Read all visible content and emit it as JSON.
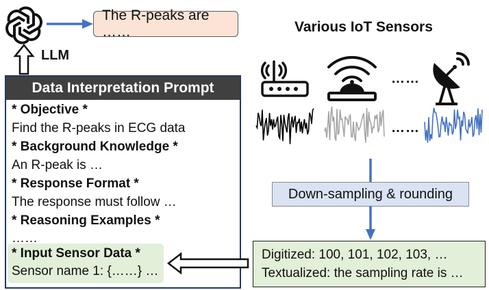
{
  "llm": {
    "label": "LLM",
    "response": "The R-peaks are ……"
  },
  "prompt": {
    "title": "Data Interpretation Prompt",
    "lines": [
      {
        "text": "* Objective *",
        "bold": true
      },
      {
        "text": "Find the R-peaks in ECG data",
        "bold": false
      },
      {
        "text": "* Background Knowledge *",
        "bold": true
      },
      {
        "text": "An R-peak is …",
        "bold": false
      },
      {
        "text": "* Response Format *",
        "bold": true
      },
      {
        "text": "The response must follow …",
        "bold": false
      },
      {
        "text": "* Reasoning Examples *",
        "bold": true
      },
      {
        "text": "……",
        "bold": false
      },
      {
        "text": "* Input Sensor Data *",
        "bold": true
      },
      {
        "text": "Sensor name 1: {……} …",
        "bold": false
      }
    ]
  },
  "sensors": {
    "title": "Various IoT Sensors",
    "ellipsis_top": "……",
    "ellipsis_bottom": "……"
  },
  "processing": {
    "step_label": "Down-sampling & rounding"
  },
  "output": {
    "digitized": "Digitized: 100, 101, 102, 103, …",
    "textualized": "Textualized: the sampling rate is …"
  },
  "colors": {
    "arrow_blue": "#4472c4",
    "signal_black": "#000000",
    "signal_gray": "#a6a6a6",
    "signal_blue": "#4472c4",
    "response_fill": "#fbe4d6",
    "step_fill": "#dae3f3",
    "output_fill": "#e2efd9"
  }
}
